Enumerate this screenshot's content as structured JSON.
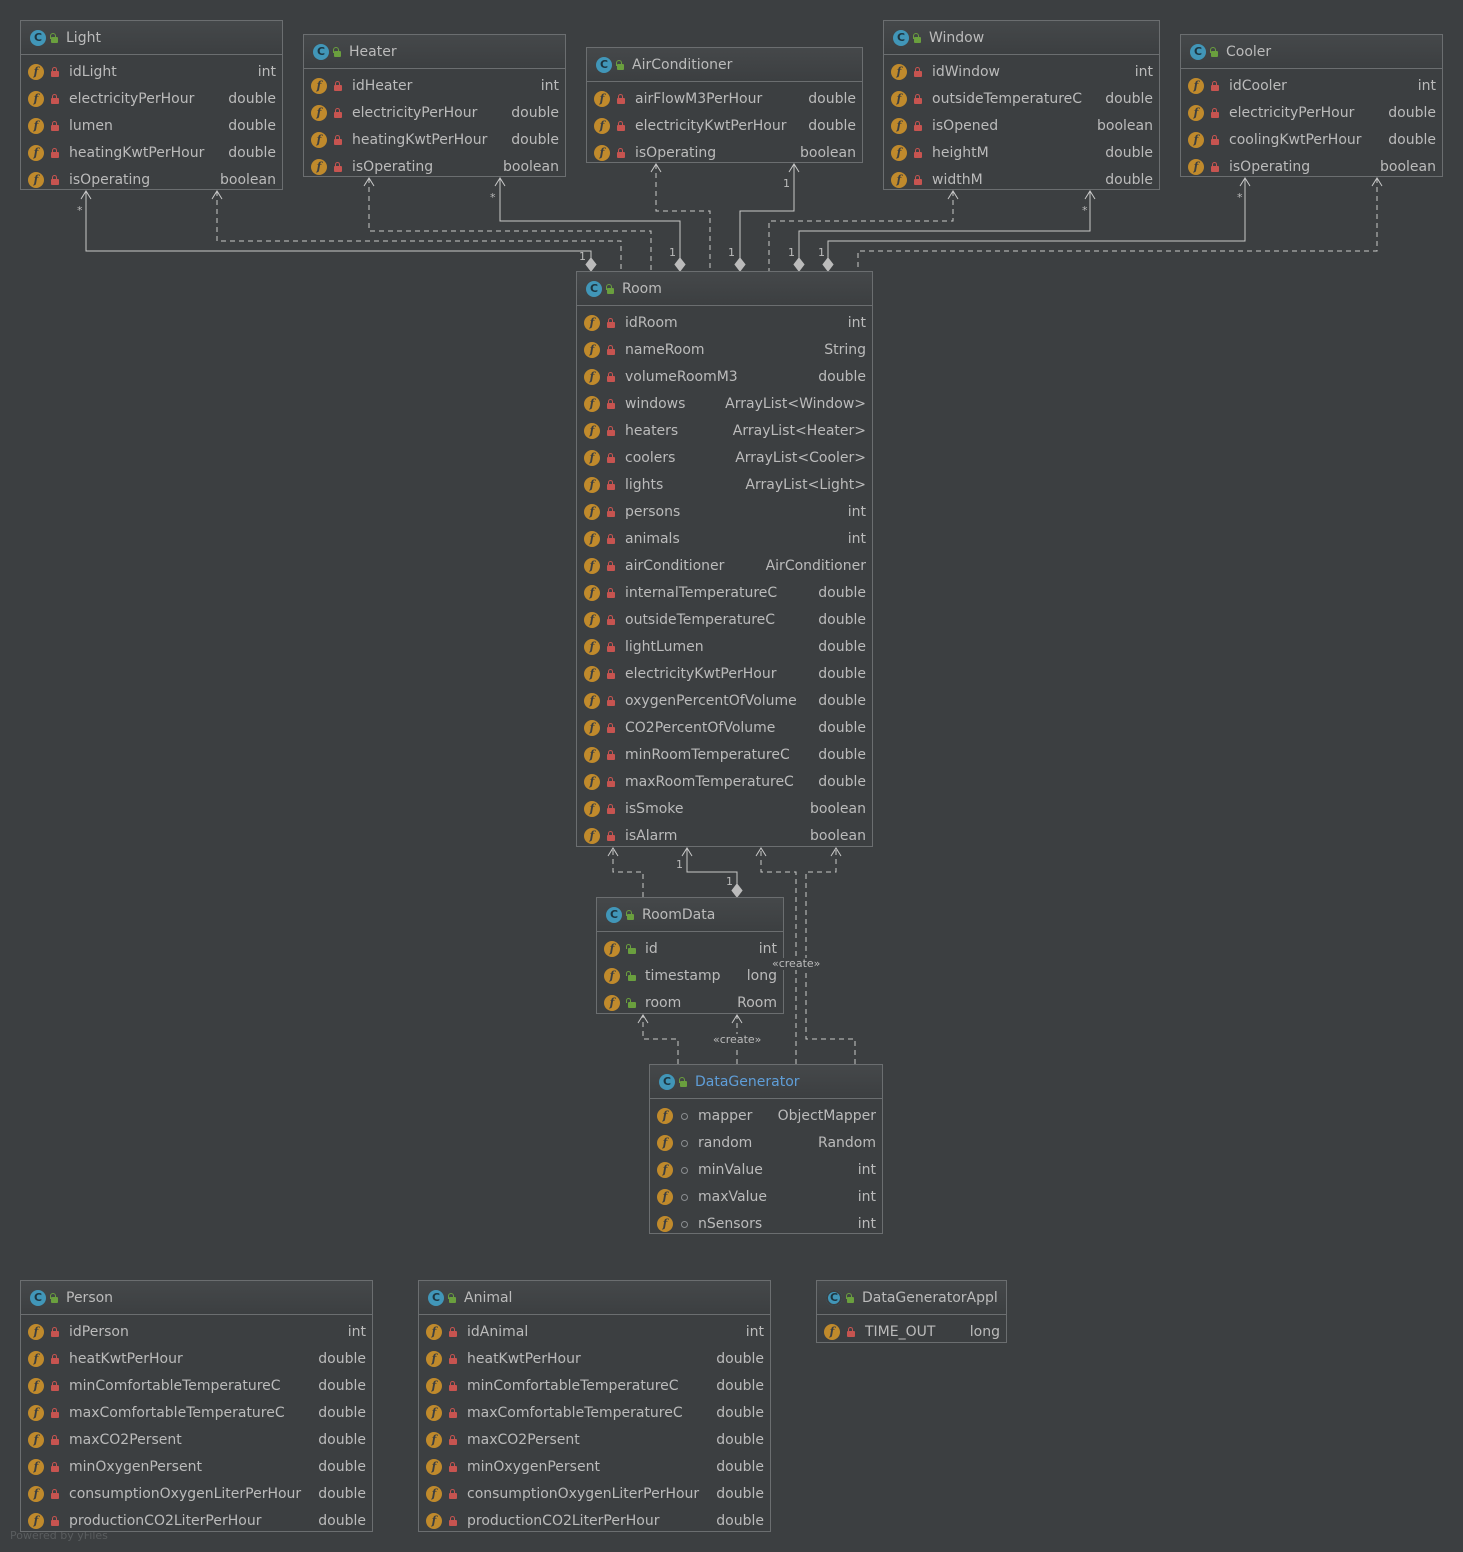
{
  "classes": {
    "light": {
      "name": "Light",
      "fields": [
        {
          "name": "idLight",
          "type": "int",
          "visibility": "private"
        },
        {
          "name": "electricityPerHour",
          "type": "double",
          "visibility": "private"
        },
        {
          "name": "lumen",
          "type": "double",
          "visibility": "private"
        },
        {
          "name": "heatingKwtPerHour",
          "type": "double",
          "visibility": "private"
        },
        {
          "name": "isOperating",
          "type": "boolean",
          "visibility": "private"
        }
      ]
    },
    "heater": {
      "name": "Heater",
      "fields": [
        {
          "name": "idHeater",
          "type": "int",
          "visibility": "private"
        },
        {
          "name": "electricityPerHour",
          "type": "double",
          "visibility": "private"
        },
        {
          "name": "heatingKwtPerHour",
          "type": "double",
          "visibility": "private"
        },
        {
          "name": "isOperating",
          "type": "boolean",
          "visibility": "private"
        }
      ]
    },
    "air_conditioner": {
      "name": "AirConditioner",
      "fields": [
        {
          "name": "airFlowM3PerHour",
          "type": "double",
          "visibility": "private"
        },
        {
          "name": "electricityKwtPerHour",
          "type": "double",
          "visibility": "private"
        },
        {
          "name": "isOperating",
          "type": "boolean",
          "visibility": "private"
        }
      ]
    },
    "window": {
      "name": "Window",
      "fields": [
        {
          "name": "idWindow",
          "type": "int",
          "visibility": "private"
        },
        {
          "name": "outsideTemperatureC",
          "type": "double",
          "visibility": "private"
        },
        {
          "name": "isOpened",
          "type": "boolean",
          "visibility": "private"
        },
        {
          "name": "heightM",
          "type": "double",
          "visibility": "private"
        },
        {
          "name": "widthM",
          "type": "double",
          "visibility": "private"
        }
      ]
    },
    "cooler": {
      "name": "Cooler",
      "fields": [
        {
          "name": "idCooler",
          "type": "int",
          "visibility": "private"
        },
        {
          "name": "electricityPerHour",
          "type": "double",
          "visibility": "private"
        },
        {
          "name": "coolingKwtPerHour",
          "type": "double",
          "visibility": "private"
        },
        {
          "name": "isOperating",
          "type": "boolean",
          "visibility": "private"
        }
      ]
    },
    "room": {
      "name": "Room",
      "fields": [
        {
          "name": "idRoom",
          "type": "int",
          "visibility": "private"
        },
        {
          "name": "nameRoom",
          "type": "String",
          "visibility": "private"
        },
        {
          "name": "volumeRoomM3",
          "type": "double",
          "visibility": "private"
        },
        {
          "name": "windows",
          "type": "ArrayList<Window>",
          "visibility": "private"
        },
        {
          "name": "heaters",
          "type": "ArrayList<Heater>",
          "visibility": "private"
        },
        {
          "name": "coolers",
          "type": "ArrayList<Cooler>",
          "visibility": "private"
        },
        {
          "name": "lights",
          "type": "ArrayList<Light>",
          "visibility": "private"
        },
        {
          "name": "persons",
          "type": "int",
          "visibility": "private"
        },
        {
          "name": "animals",
          "type": "int",
          "visibility": "private"
        },
        {
          "name": "airConditioner",
          "type": "AirConditioner",
          "visibility": "private"
        },
        {
          "name": "internalTemperatureC",
          "type": "double",
          "visibility": "private"
        },
        {
          "name": "outsideTemperatureC",
          "type": "double",
          "visibility": "private"
        },
        {
          "name": "lightLumen",
          "type": "double",
          "visibility": "private"
        },
        {
          "name": "electricityKwtPerHour",
          "type": "double",
          "visibility": "private"
        },
        {
          "name": "oxygenPercentOfVolume",
          "type": "double",
          "visibility": "private"
        },
        {
          "name": "CO2PercentOfVolume",
          "type": "double",
          "visibility": "private"
        },
        {
          "name": "minRoomTemperatureC",
          "type": "double",
          "visibility": "private"
        },
        {
          "name": "maxRoomTemperatureC",
          "type": "double",
          "visibility": "private"
        },
        {
          "name": "isSmoke",
          "type": "boolean",
          "visibility": "private"
        },
        {
          "name": "isAlarm",
          "type": "boolean",
          "visibility": "private"
        }
      ]
    },
    "room_data": {
      "name": "RoomData",
      "fields": [
        {
          "name": "id",
          "type": "int",
          "visibility": "public"
        },
        {
          "name": "timestamp",
          "type": "long",
          "visibility": "public"
        },
        {
          "name": "room",
          "type": "Room",
          "visibility": "public"
        }
      ]
    },
    "data_generator": {
      "name": "DataGenerator",
      "fields": [
        {
          "name": "mapper",
          "type": "ObjectMapper",
          "visibility": "package"
        },
        {
          "name": "random",
          "type": "Random",
          "visibility": "package"
        },
        {
          "name": "minValue",
          "type": "int",
          "visibility": "package"
        },
        {
          "name": "maxValue",
          "type": "int",
          "visibility": "package"
        },
        {
          "name": "nSensors",
          "type": "int",
          "visibility": "package"
        }
      ]
    },
    "person": {
      "name": "Person",
      "fields": [
        {
          "name": "idPerson",
          "type": "int",
          "visibility": "private"
        },
        {
          "name": "heatKwtPerHour",
          "type": "double",
          "visibility": "private"
        },
        {
          "name": "minComfortableTemperatureC",
          "type": "double",
          "visibility": "private"
        },
        {
          "name": "maxComfortableTemperatureC",
          "type": "double",
          "visibility": "private"
        },
        {
          "name": "maxCO2Persent",
          "type": "double",
          "visibility": "private"
        },
        {
          "name": "minOxygenPersent",
          "type": "double",
          "visibility": "private"
        },
        {
          "name": "consumptionOxygenLiterPerHour",
          "type": "double",
          "visibility": "private"
        },
        {
          "name": "productionCO2LiterPerHour",
          "type": "double",
          "visibility": "private"
        }
      ]
    },
    "animal": {
      "name": "Animal",
      "fields": [
        {
          "name": "idAnimal",
          "type": "int",
          "visibility": "private"
        },
        {
          "name": "heatKwtPerHour",
          "type": "double",
          "visibility": "private"
        },
        {
          "name": "minComfortableTemperatureC",
          "type": "double",
          "visibility": "private"
        },
        {
          "name": "maxComfortableTemperatureC",
          "type": "double",
          "visibility": "private"
        },
        {
          "name": "maxCO2Persent",
          "type": "double",
          "visibility": "private"
        },
        {
          "name": "minOxygenPersent",
          "type": "double",
          "visibility": "private"
        },
        {
          "name": "consumptionOxygenLiterPerHour",
          "type": "double",
          "visibility": "private"
        },
        {
          "name": "productionCO2LiterPerHour",
          "type": "double",
          "visibility": "private"
        }
      ]
    },
    "data_generator_appl": {
      "name": "DataGeneratorAppl",
      "fields": [
        {
          "name": "TIME_OUT",
          "type": "long",
          "visibility": "private"
        }
      ]
    }
  },
  "labels": {
    "create": "«create»",
    "one": "1",
    "many": "*",
    "watermark": "Powered by yFiles"
  },
  "colors": {
    "background": "#3c3f41",
    "line": "#c8c8c8",
    "class_icon": "#4196b8",
    "field_icon": "#c08a2c",
    "private_lock": "#c75450",
    "public_lock": "#6a9f3e"
  }
}
